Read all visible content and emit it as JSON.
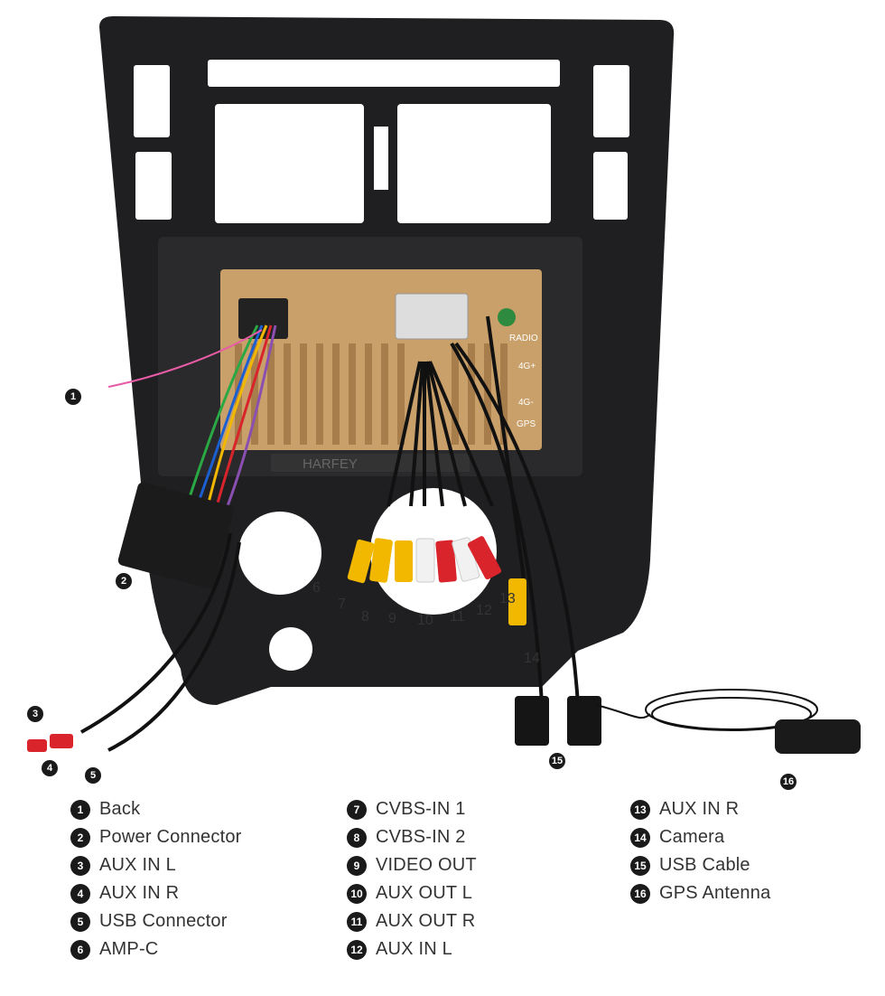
{
  "brand_text": "HARFEY",
  "unit_labels": {
    "radio": "RADIO",
    "lte1": "4G+",
    "lte2": "4G-",
    "gps": "GPS"
  },
  "callouts": [
    "1",
    "2",
    "3",
    "4",
    "5",
    "6",
    "7",
    "8",
    "9",
    "10",
    "11",
    "12",
    "13",
    "14",
    "15",
    "16"
  ],
  "legend": [
    [
      {
        "num": "1",
        "label": "Back"
      },
      {
        "num": "2",
        "label": "Power Connector"
      },
      {
        "num": "3",
        "label": "AUX IN L"
      },
      {
        "num": "4",
        "label": "AUX IN R"
      },
      {
        "num": "5",
        "label": "USB Connector"
      },
      {
        "num": "6",
        "label": "AMP-C"
      }
    ],
    [
      {
        "num": "7",
        "label": "CVBS-IN 1"
      },
      {
        "num": "8",
        "label": "CVBS-IN 2"
      },
      {
        "num": "9",
        "label": "VIDEO OUT"
      },
      {
        "num": "10",
        "label": "AUX OUT L"
      },
      {
        "num": "11",
        "label": "AUX OUT R"
      },
      {
        "num": "12",
        "label": "AUX IN L"
      }
    ],
    [
      {
        "num": "13",
        "label": "AUX IN R"
      },
      {
        "num": "14",
        "label": "Camera"
      },
      {
        "num": "15",
        "label": "USB Cable"
      },
      {
        "num": "16",
        "label": "GPS Antenna"
      }
    ]
  ],
  "colors": {
    "frame": "#1f1f21",
    "copper": "#c9a06a",
    "yellow": "#f2b800",
    "red": "#d8242a",
    "white": "#f1f1f1"
  }
}
